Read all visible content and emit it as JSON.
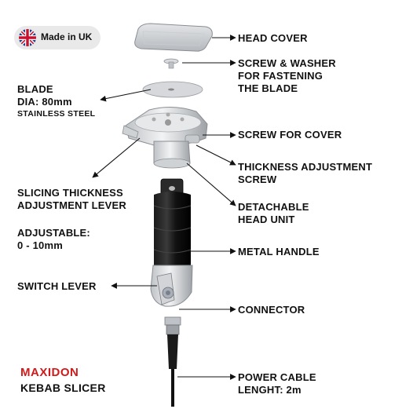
{
  "badge": {
    "text": "Made in UK",
    "icon": "uk-flag-icon"
  },
  "brand": {
    "name": "MAXIDON",
    "product": "KEBAB SLICER",
    "color": "#d21a1a"
  },
  "labels": {
    "head_cover": "HEAD COVER",
    "screw_washer": [
      "SCREW & WASHER",
      "FOR FASTENING",
      "THE BLADE"
    ],
    "blade": [
      "BLADE",
      "DIA: 80mm"
    ],
    "blade_material": "STAINLESS STEEL",
    "screw_cover": "SCREW FOR COVER",
    "thickness_screw": [
      "THICKNESS ADJUSTMENT",
      "SCREW"
    ],
    "lever": [
      "SLICING THICKNESS",
      "ADJUSTMENT LEVER"
    ],
    "detachable": [
      "DETACHABLE",
      "HEAD UNIT"
    ],
    "adjustable": [
      "ADJUSTABLE:",
      "0 - 10mm"
    ],
    "metal_handle": "METAL HANDLE",
    "switch_lever": "SWITCH LEVER",
    "connector": "CONNECTOR",
    "power_cable": [
      "POWER CABLE",
      "LENGHT: 2m"
    ]
  }
}
